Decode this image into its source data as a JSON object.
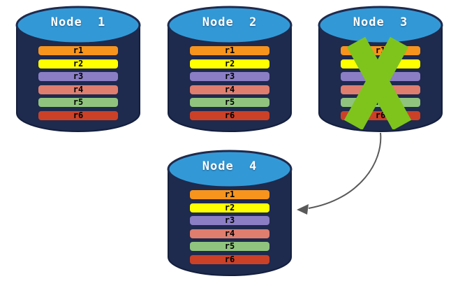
{
  "diagram": {
    "nodes": [
      {
        "id": "node-1",
        "label": "Node 1",
        "failed": false,
        "records": [
          "r1",
          "r2",
          "r3",
          "r4",
          "r5",
          "r6"
        ]
      },
      {
        "id": "node-2",
        "label": "Node 2",
        "failed": false,
        "records": [
          "r1",
          "r2",
          "r3",
          "r4",
          "r5",
          "r6"
        ]
      },
      {
        "id": "node-3",
        "label": "Node 3",
        "failed": true,
        "records": [
          "r1",
          "r2",
          "r3",
          "r4",
          "r5",
          "r6"
        ]
      },
      {
        "id": "node-4",
        "label": "Node 4",
        "failed": false,
        "records": [
          "r1",
          "r2",
          "r3",
          "r4",
          "r5",
          "r6"
        ]
      }
    ],
    "record_colors": [
      "#F7941D",
      "#FEFF00",
      "#8B7EC5",
      "#DF7E6F",
      "#90C47E",
      "#CB4128"
    ],
    "arrow": {
      "from": "node-3",
      "to": "node-4"
    },
    "colors": {
      "cylinder_body": "#1E2A4E",
      "cylinder_top": "#3399D6",
      "failure_x": "#7EC41D",
      "arrow": "#595959",
      "node_label_text": "#FFFFFF",
      "record_label_text": "#000000"
    }
  }
}
